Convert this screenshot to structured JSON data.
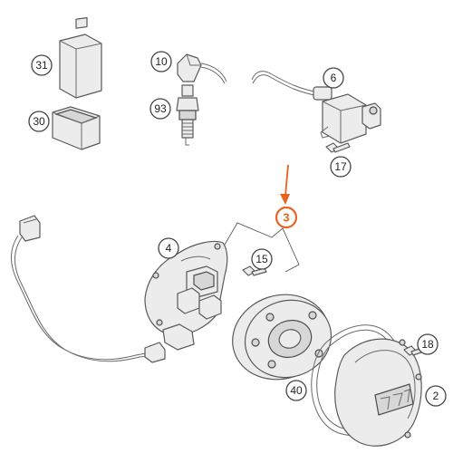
{
  "callouts": {
    "c31": "31",
    "c30": "30",
    "c10": "10",
    "c93": "93",
    "c6": "6",
    "c17": "17",
    "c3": "3",
    "c4": "4",
    "c15": "15",
    "c18": "18",
    "c40": "40",
    "c2": "2"
  },
  "colors": {
    "highlight": "#e8631e",
    "line": "#5a5a5a",
    "fill": "#ececec"
  }
}
